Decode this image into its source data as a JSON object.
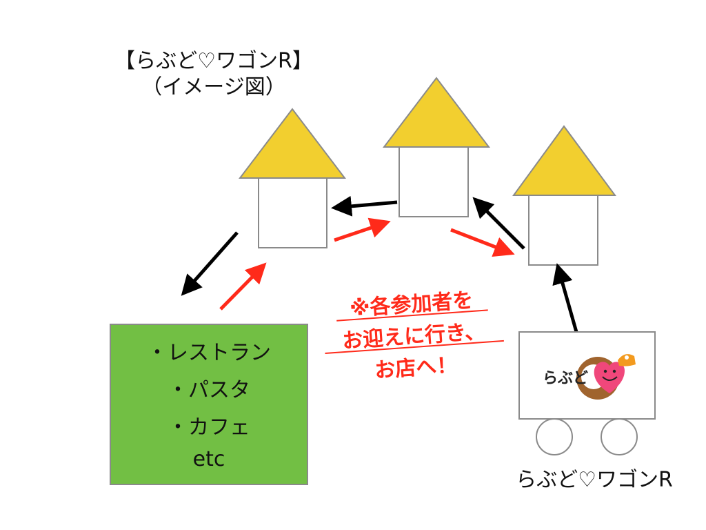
{
  "title": {
    "line1": "【らぶど♡ワゴンR】",
    "line2": "（イメージ図）"
  },
  "venues": {
    "items": [
      "・レストラン",
      "・パスタ",
      "・カフェ",
      "etc"
    ]
  },
  "note": {
    "lines": [
      "※各参加者を",
      "お迎えに行き、",
      "お店へ！"
    ]
  },
  "wagon": {
    "logo_text": "らぶど",
    "caption": "らぶど♡ワゴンR"
  },
  "colors": {
    "roof": "#f2cf2f",
    "venue_box": "#72bf44",
    "red_arrow": "#ff2a1a",
    "black_arrow": "#000000",
    "outline": "#8a8a8a"
  }
}
